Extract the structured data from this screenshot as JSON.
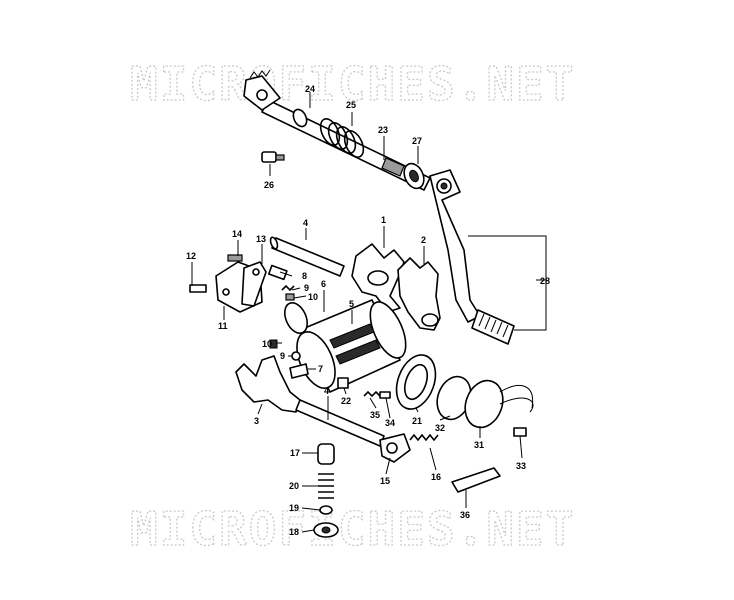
{
  "watermark": {
    "top": "MICROFICHES.NET",
    "bottom": "MICROFICHES.NET"
  },
  "callouts": [
    {
      "id": "24",
      "text": "24"
    },
    {
      "id": "25",
      "text": "25"
    },
    {
      "id": "23",
      "text": "23"
    },
    {
      "id": "27",
      "text": "27"
    },
    {
      "id": "26",
      "text": "26"
    },
    {
      "id": "4a",
      "text": "4"
    },
    {
      "id": "1",
      "text": "1"
    },
    {
      "id": "2",
      "text": "2"
    },
    {
      "id": "14",
      "text": "14"
    },
    {
      "id": "13",
      "text": "13"
    },
    {
      "id": "12",
      "text": "12"
    },
    {
      "id": "8",
      "text": "8"
    },
    {
      "id": "9a",
      "text": "9"
    },
    {
      "id": "10a",
      "text": "10"
    },
    {
      "id": "6",
      "text": "6"
    },
    {
      "id": "5",
      "text": "5"
    },
    {
      "id": "11",
      "text": "11"
    },
    {
      "id": "28",
      "text": "28"
    },
    {
      "id": "10b",
      "text": "10"
    },
    {
      "id": "9b",
      "text": "9"
    },
    {
      "id": "7",
      "text": "7"
    },
    {
      "id": "22",
      "text": "22"
    },
    {
      "id": "4b",
      "text": "4"
    },
    {
      "id": "35",
      "text": "35"
    },
    {
      "id": "34",
      "text": "34"
    },
    {
      "id": "21",
      "text": "21"
    },
    {
      "id": "32",
      "text": "32"
    },
    {
      "id": "3",
      "text": "3"
    },
    {
      "id": "31",
      "text": "31"
    },
    {
      "id": "33",
      "text": "33"
    },
    {
      "id": "17",
      "text": "17"
    },
    {
      "id": "15",
      "text": "15"
    },
    {
      "id": "16",
      "text": "16"
    },
    {
      "id": "20",
      "text": "20"
    },
    {
      "id": "19",
      "text": "19"
    },
    {
      "id": "36",
      "text": "36"
    },
    {
      "id": "18",
      "text": "18"
    }
  ]
}
